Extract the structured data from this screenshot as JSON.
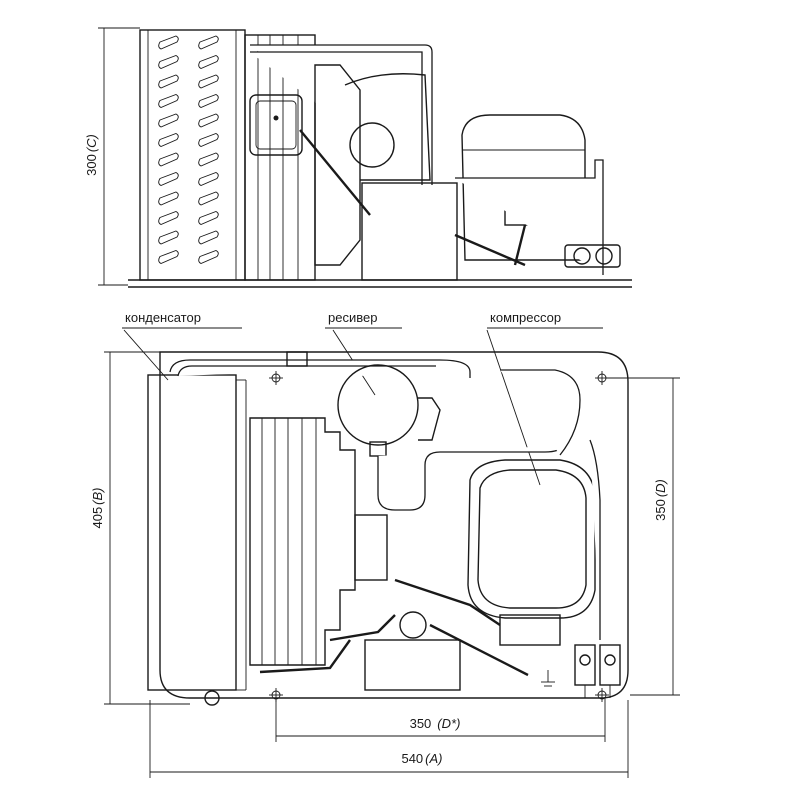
{
  "labels": {
    "condenser": "конденсатор",
    "receiver": "ресивер",
    "compressor": "компрессор"
  },
  "dimensions": {
    "height_value": "300",
    "height_letter": "(C)",
    "depth_value": "405",
    "depth_letter": "(B)",
    "mount_depth_value": "350",
    "mount_depth_letter": "(D)",
    "mount_width_value": "350",
    "mount_width_letter": "(D*)",
    "width_value": "540",
    "width_letter": "(A)"
  },
  "colors": {
    "line": "#1a1a1a",
    "background": "#ffffff"
  }
}
